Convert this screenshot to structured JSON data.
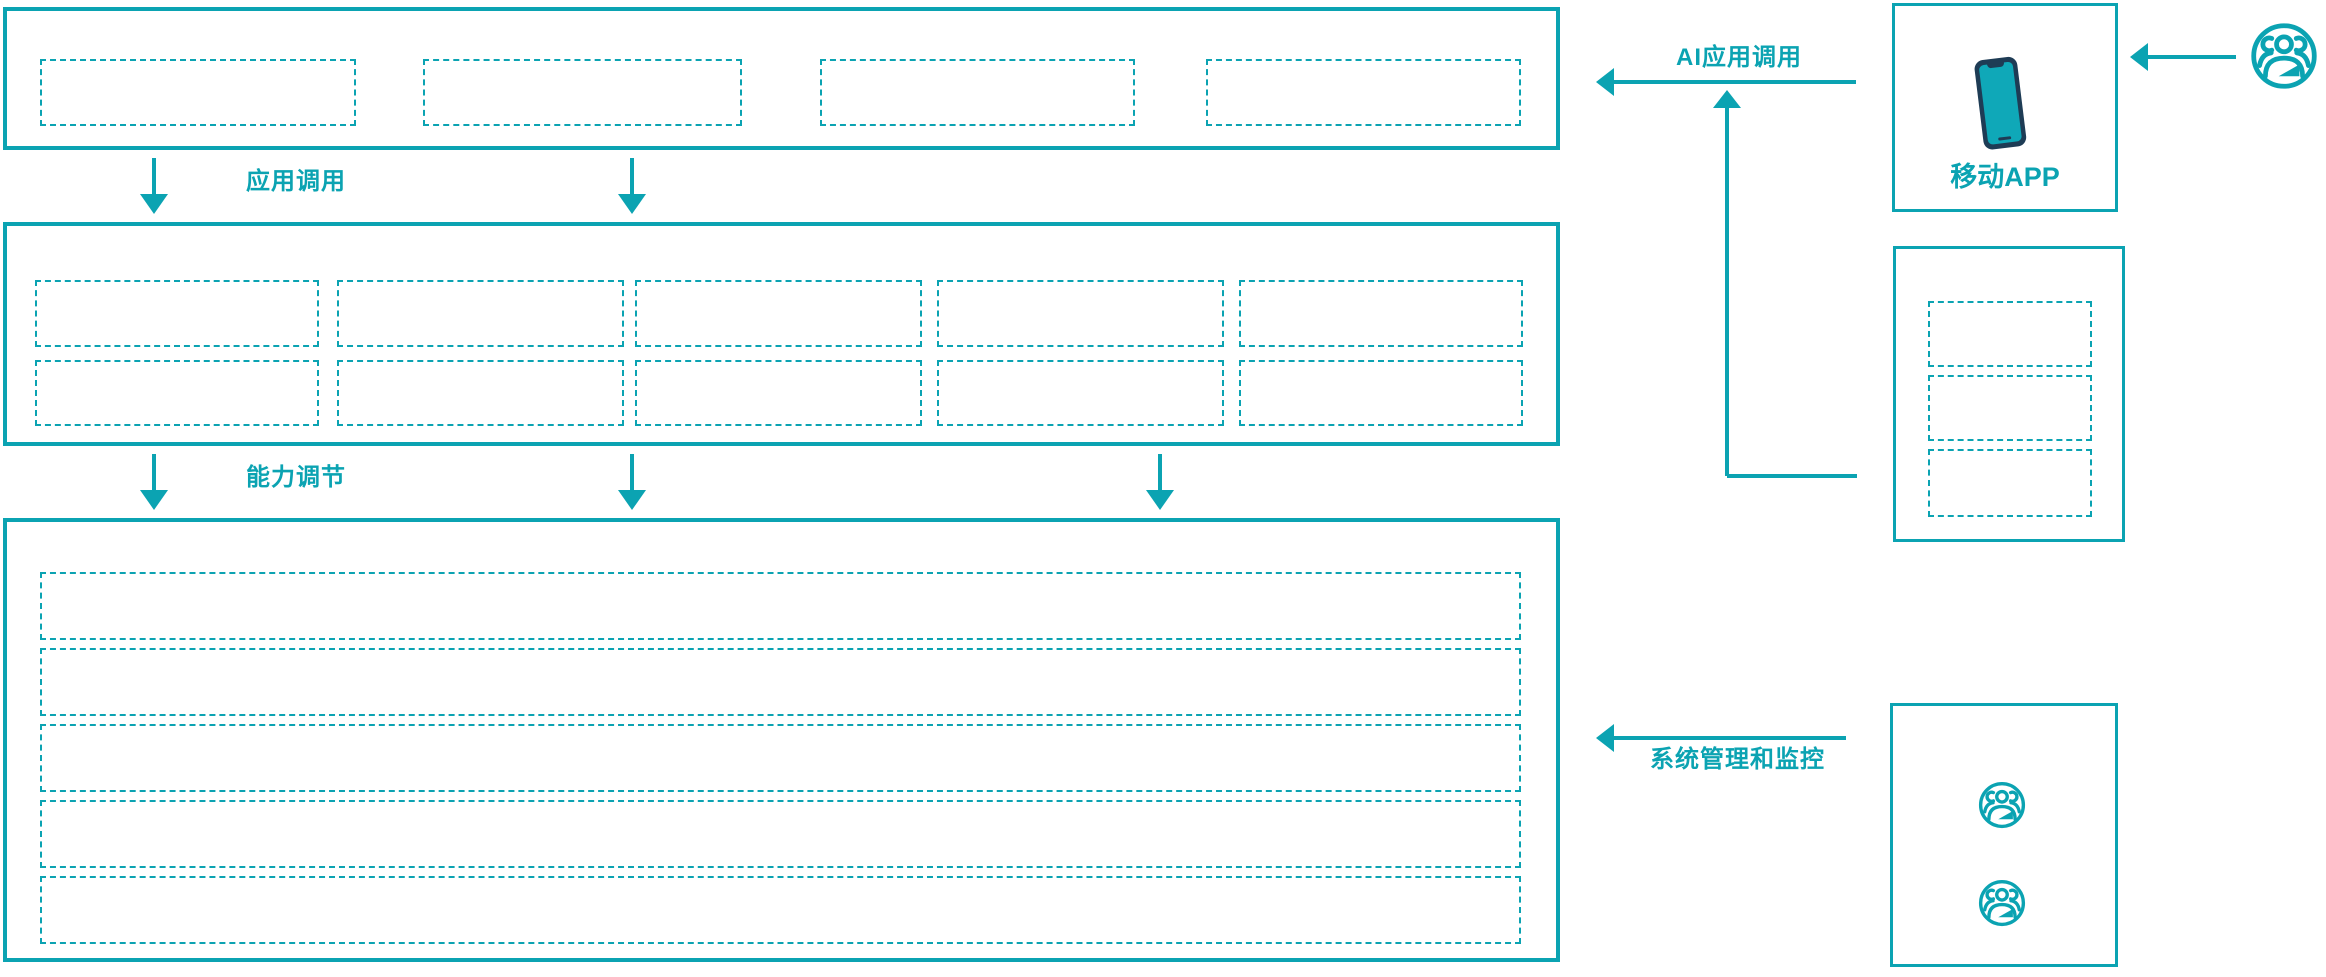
{
  "colors": {
    "accent": "#0ba3b2",
    "phone_body": "#1e3c55",
    "background": "#ffffff"
  },
  "flows": {
    "app_call_label": "应用调用",
    "capability_label": "能力调节",
    "ai_call_label": "AI应用调用",
    "sys_monitor_label": "系统管理和监控"
  },
  "right_panel": {
    "mobile_app_label": "移动APP"
  },
  "structure": {
    "top_layer_placeholders": 4,
    "middle_layer_placeholder_rows": 2,
    "middle_layer_placeholder_cols": 5,
    "bottom_layer_placeholder_rows": 5,
    "dev_panel_placeholders": 3,
    "admin_panel_user_icons": 2,
    "icons": [
      "smartphone-icon",
      "users-group-icon"
    ]
  }
}
